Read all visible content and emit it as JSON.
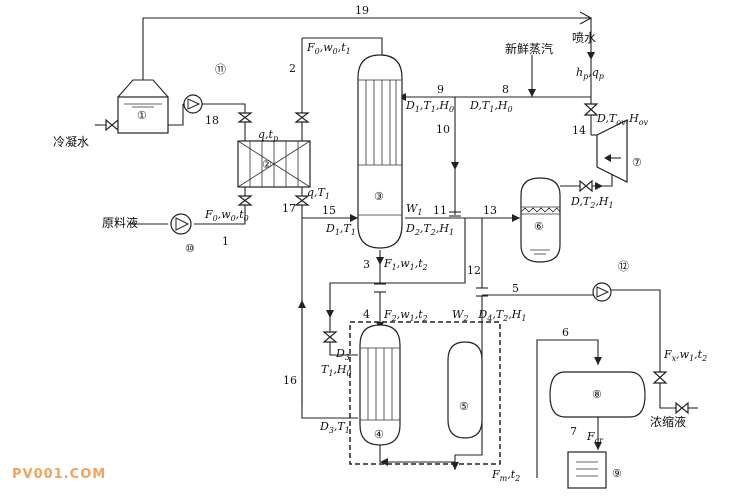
{
  "watermark": "PV001.COM",
  "labels": {
    "water_spray": "喷水",
    "fresh_steam": "新鲜蒸汽",
    "condensate": "冷凝水",
    "feed": "原料液",
    "concentrate": "浓缩液",
    "q_tp": "q,t",
    "q_T1": "q,T",
    "F0_w0_t1": "F",
    "F0_w0_t0": "F",
    "hp_qp": "h",
    "D1_T1_H0_top": "D",
    "D_T1_H0": "D,T",
    "D_Tov_Hov": "D,T",
    "D_T2_H1": "D,T",
    "W1": "W",
    "D1_T1": "D",
    "D2_T2_H1": "D",
    "F1_w1_t2": "F",
    "F2_w1_t2": "F",
    "W2_D4_T2_H1": "W",
    "D3": "D",
    "T1_H0": "T",
    "D3_T1": "D",
    "Fx_w1_t2": "F",
    "Fm_t2": "F",
    "Fcr": "F"
  },
  "stream_numbers": [
    "1",
    "2",
    "3",
    "4",
    "5",
    "6",
    "7",
    "8",
    "9",
    "10",
    "11",
    "12",
    "13",
    "14",
    "15",
    "16",
    "17",
    "18",
    "19"
  ],
  "equipment": [
    "①",
    "②",
    "③",
    "④",
    "⑤",
    "⑥",
    "⑦",
    "⑧",
    "⑨",
    "⑩",
    "⑪",
    "⑫"
  ]
}
